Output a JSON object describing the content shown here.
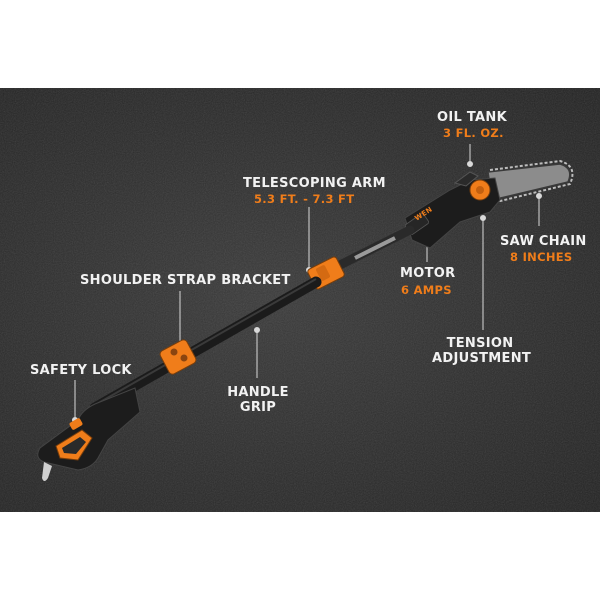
{
  "colors": {
    "background": "#2d2d2d",
    "accent": "#f07d1a",
    "tool_body": "#1a1a1a",
    "label": "#f2f2f2"
  },
  "labels": {
    "oil_tank": {
      "title": "OIL TANK",
      "spec": "3 FL. OZ."
    },
    "telescoping_arm": {
      "title": "TELESCOPING ARM",
      "spec": "5.3 FT. - 7.3 FT"
    },
    "saw_chain": {
      "title": "SAW CHAIN",
      "spec": "8 INCHES"
    },
    "motor": {
      "title": "MOTOR",
      "spec": "6 AMPS"
    },
    "shoulder_strap": {
      "title": "SHOULDER STRAP BRACKET"
    },
    "tension": {
      "line1": "TENSION",
      "line2": "ADJUSTMENT"
    },
    "safety_lock": {
      "title": "SAFETY LOCK"
    },
    "handle_grip": {
      "line1": "HANDLE",
      "line2": "GRIP"
    }
  },
  "brand_mark": "WEN"
}
